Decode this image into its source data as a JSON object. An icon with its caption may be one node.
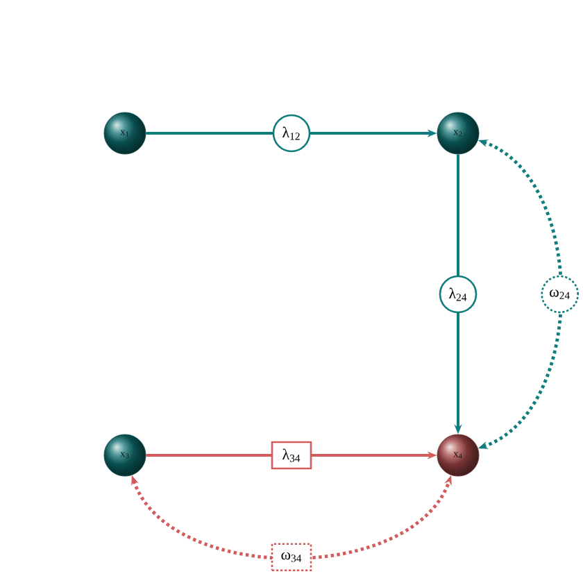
{
  "diagram": {
    "nodes": [
      {
        "text": [
          "x$_{1}$"
        ]
      },
      {
        "text": [
          "x$_{2}$"
        ]
      },
      {
        "text": [
          "x$_{3}$"
        ]
      },
      {
        "text": [
          "x$_{4}$"
        ]
      }
    ],
    "edges": [
      {
        "from": 0,
        "to": 1,
        "arrow": "to",
        "label": "λ$_{12}$"
      },
      {
        "from": 1,
        "to": 3,
        "arrow": "to",
        "label": "λ$_{24}$"
      },
      {
        "from": 2,
        "to": 3,
        "arrow": "to",
        "label": "λ$_{34}$",
        "color": "#d35b5b"
      },
      {
        "from": 1,
        "to": 3,
        "arrow": "both",
        "label": "ω$_{24}$",
        "style": "dashed"
      },
      {
        "from": 2,
        "to": 3,
        "arrow": "both",
        "label": "ω$_{34}$",
        "style": "dashed",
        "color": "#d35b5b"
      }
    ]
  }
}
